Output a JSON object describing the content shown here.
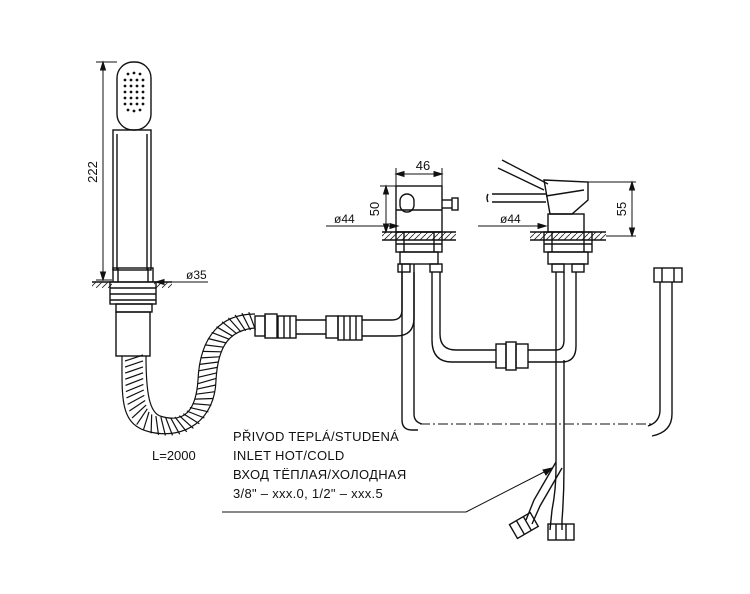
{
  "dimensions": {
    "height_222": "222",
    "diameter_35": "ø35",
    "width_46": "46",
    "height_50": "50",
    "diameter_44_left": "ø44",
    "diameter_44_right": "ø44",
    "height_55": "55",
    "hose_length": "L=2000"
  },
  "notes": {
    "line_1": "PŘIVOD TEPLÁ/STUDENÁ",
    "line_2": "INLET HOT/COLD",
    "line_3": "ВХОД ТЁПЛАЯ/ХОЛОДНАЯ",
    "line_4": "3/8\" – xxx.0, 1/2\" – xxx.5"
  }
}
